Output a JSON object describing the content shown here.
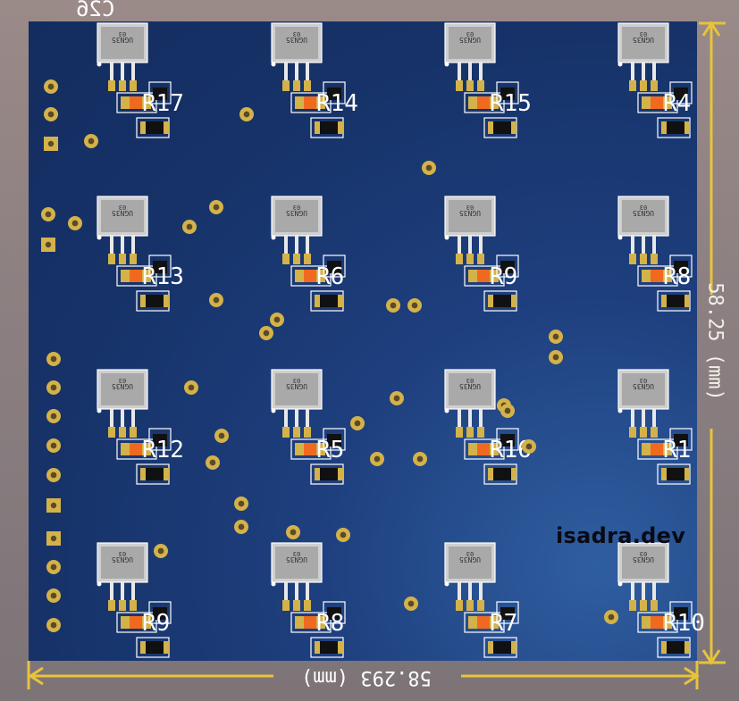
{
  "board": {
    "brand_text": "isadra.dev",
    "top_reference": "C26",
    "dimension_width": "58.293 (mm)",
    "dimension_height": "58.25 (mm)"
  },
  "colors": {
    "board": "#163268",
    "pad_gold": "#d4b24a",
    "silk": "#ffffff",
    "dimension": "#e8c33a",
    "resistor_body": "#ef6a1f",
    "package_body": "#cfcfcf",
    "dark_part": "#111111"
  },
  "sensor": {
    "marking": "UGN35",
    "code": "03"
  },
  "resistors": [
    {
      "ref": "R17"
    },
    {
      "ref": "R14"
    },
    {
      "ref": "R15"
    },
    {
      "ref": "R4"
    },
    {
      "ref": "R13"
    },
    {
      "ref": "R6"
    },
    {
      "ref": "R9"
    },
    {
      "ref": "R8"
    },
    {
      "ref": "R12"
    },
    {
      "ref": "R5"
    },
    {
      "ref": "R16"
    },
    {
      "ref": "R1"
    },
    {
      "ref": "R9"
    },
    {
      "ref": "R8"
    },
    {
      "ref": "R7"
    },
    {
      "ref": "R10"
    }
  ],
  "icons": {
    "pin1": "square-pad-icon"
  }
}
